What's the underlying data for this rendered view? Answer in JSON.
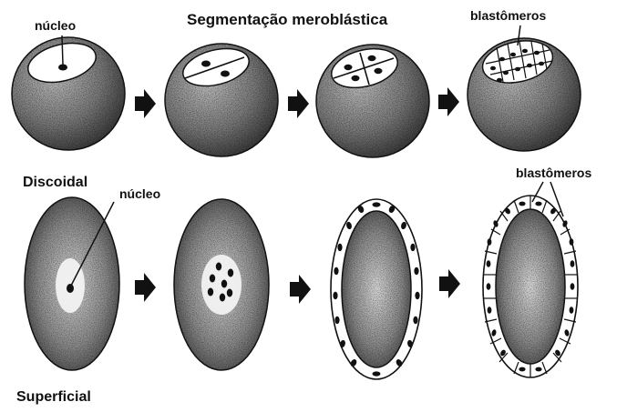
{
  "title": "Segmentação meroblástica",
  "labels": {
    "nucleo_top": "núcleo",
    "nucleo_mid": "núcleo",
    "blastomeros_top": "blastômeros",
    "blastomeros_bottom": "blastômeros",
    "discoidal": "Discoidal",
    "superficial": "Superficial"
  },
  "rows": [
    {
      "name": "Discoidal",
      "stages": 4
    },
    {
      "name": "Superficial",
      "stages": 4
    }
  ],
  "colors": {
    "ink": "#111111",
    "paper": "#ffffff",
    "stipple": "#2a2a2a"
  }
}
